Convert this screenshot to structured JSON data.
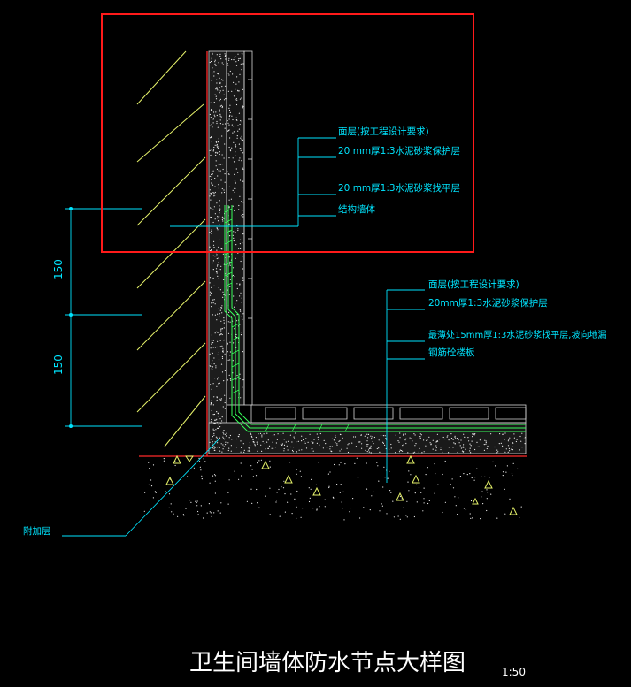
{
  "drawing": {
    "title": "卫生间墙体防水节点大样图",
    "scale": "1:50",
    "colors": {
      "background": "#000000",
      "annotation": "#00e5ff",
      "structure_red": "#ff2a2a",
      "hatch_yellow": "#e6f26a",
      "mortar_fill": "#f0f0f0",
      "membrane_green": "#37ff5a",
      "highlight_box": "#ff1a1a",
      "title": "#ffffff"
    }
  },
  "wall_labels": {
    "surface": "面层(按工程设计要求)",
    "protective": "20 mm厚1:3水泥砂浆保护层",
    "leveling": "20 mm厚1:3水泥砂浆找平层",
    "structure": "结构墙体"
  },
  "floor_labels": {
    "surface": "面层(按工程设计要求)",
    "protective": "20mm厚1:3水泥砂浆保护层",
    "leveling": "最薄处15mm厚1:3水泥砂浆找平层,坡向地漏",
    "slab": "钢筋砼楼板"
  },
  "dimensions": {
    "upper": "150",
    "lower": "150"
  },
  "additional_layer": "附加层"
}
